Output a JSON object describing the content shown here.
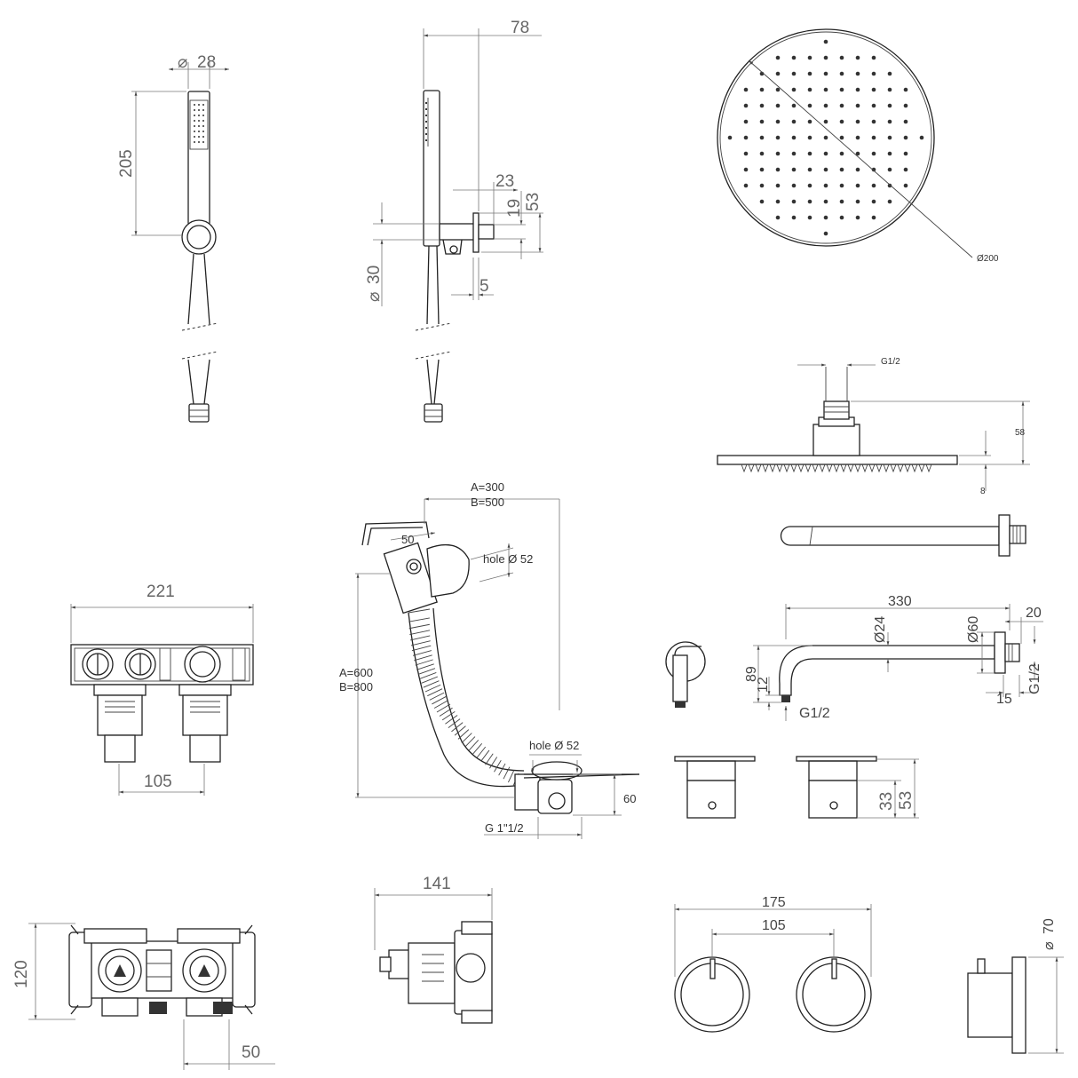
{
  "handshower_front": {
    "dia": "28",
    "height": "205"
  },
  "handshower_side": {
    "depth": "78",
    "d23": "23",
    "d19": "19",
    "d53": "53",
    "dia30": "30",
    "d5": "5"
  },
  "shower_head_top": {
    "dia": "Ø200"
  },
  "shower_head_side": {
    "thread": "G1/2",
    "height": "58",
    "thickness": "8"
  },
  "arm": {
    "length": "330",
    "d20": "20",
    "dia24": "Ø24",
    "dia60": "Ø60",
    "h89": "89",
    "h12": "12",
    "thread1": "G1/2",
    "thread2": "G1/2",
    "d15": "15"
  },
  "bath_filler": {
    "a_top": "A=300",
    "b_top": "B=500",
    "a_side": "A=600",
    "b_side": "B=800",
    "d50": "50",
    "hole_top": "hole Ø 52",
    "hole_bottom": "hole Ø 52",
    "d60": "60",
    "thread": "G 1\"1/2"
  },
  "valve_front": {
    "width": "221",
    "spacing": "105"
  },
  "handles_side": {
    "h33": "33",
    "h53": "53"
  },
  "valve_top": {
    "height": "120",
    "spacing": "50"
  },
  "valve_side": {
    "width": "141"
  },
  "plates_front": {
    "width": "175",
    "spacing": "105"
  },
  "plate_side": {
    "dia": "70"
  }
}
